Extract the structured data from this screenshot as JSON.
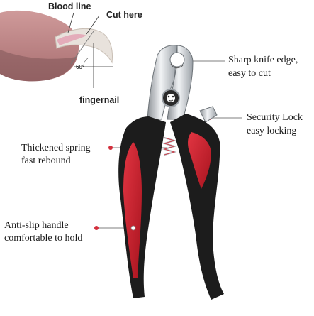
{
  "diagram": {
    "blood_line_label": "Blood line",
    "cut_here_label": "Cut here",
    "angle_label": "60°",
    "fingernail_label": "fingernail"
  },
  "features": [
    {
      "id": "sharp-edge",
      "line1": "Sharp knife edge,",
      "line2": "easy to cut"
    },
    {
      "id": "security-lock",
      "line1": "Security Lock",
      "line2": "easy locking"
    },
    {
      "id": "spring",
      "line1": "Thickened spring",
      "line2": "fast rebound"
    },
    {
      "id": "handle",
      "line1": "Anti-slip handle",
      "line2": "comfortable to hold"
    }
  ],
  "colors": {
    "accent_red": "#d32f3c",
    "handle_black": "#1c1c1c",
    "handle_red": "#c8202d",
    "steel": "#cfd3d7"
  }
}
